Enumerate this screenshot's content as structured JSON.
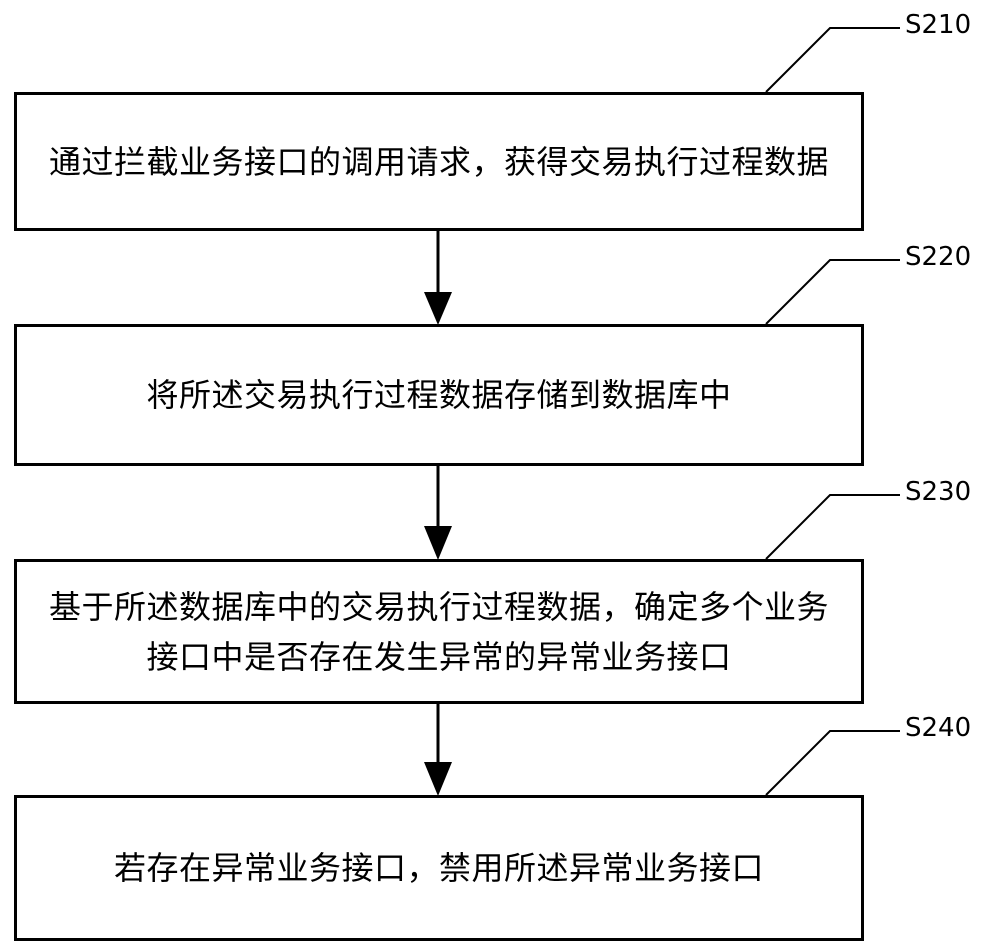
{
  "steps": [
    {
      "id": "S210",
      "text": "通过拦截业务接口的调用请求，获得交易执行过程数据"
    },
    {
      "id": "S220",
      "text": "将所述交易执行过程数据存储到数据库中"
    },
    {
      "id": "S230",
      "text": "基于所述数据库中的交易执行过程数据，确定多个业务接口中是否存在发生异常的异常业务接口"
    },
    {
      "id": "S240",
      "text": "若存在异常业务接口，禁用所述异常业务接口"
    }
  ]
}
